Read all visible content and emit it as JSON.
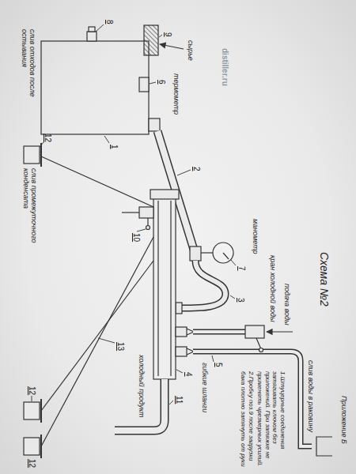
{
  "diagram": {
    "title": "Схема №2",
    "labels": [
      "Приложение Б",
      "слив отходов после остывания",
      "8",
      "9",
      "сырье",
      "6",
      "термометр",
      "1",
      "2",
      "7",
      "манометр",
      "3",
      "4",
      "5",
      "гибкие шланги",
      "кран холодной воды",
      "подача воды",
      "слив воды в раковину",
      "1.Штуцерные соединения затягивать ключом без приложений. При затяжке не применять чрезмерных усилий.",
      "2.Пробку поз.9 после загрузки бака плотно затянуть от руки",
      "холодный продукт",
      "11",
      "10",
      "13",
      "12",
      "слив промежуточного конденсата",
      "12",
      "12",
      "distiller.ru"
    ]
  }
}
